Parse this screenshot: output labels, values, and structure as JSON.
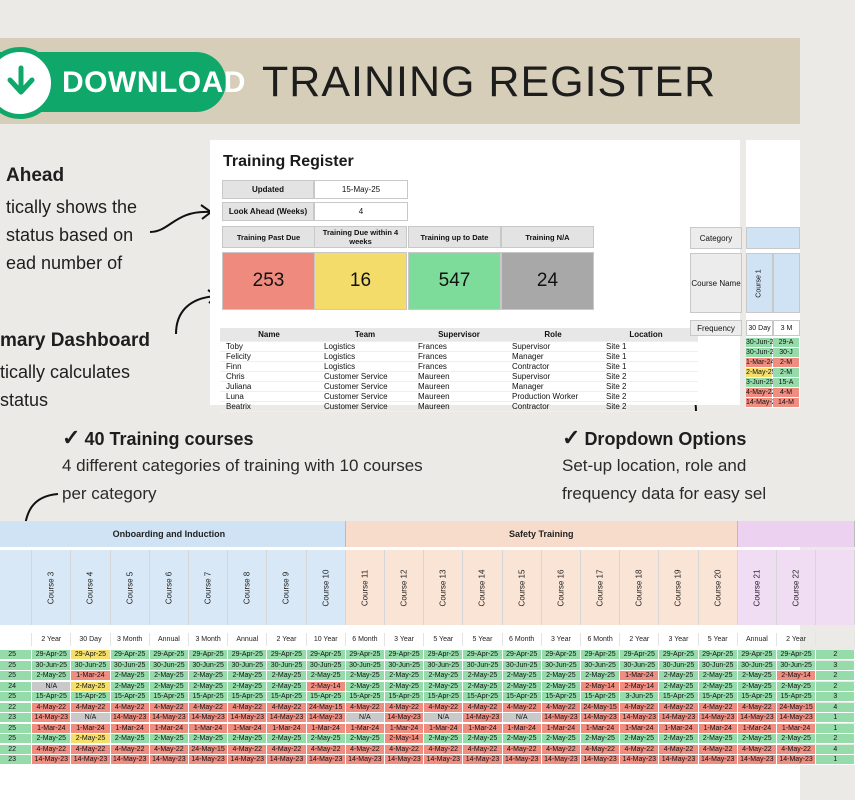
{
  "banner": {
    "download_label": "DOWNLOAD",
    "title": "TRAINING REGISTER"
  },
  "features": {
    "look_ahead": {
      "heading": "Ahead",
      "lines": [
        "tically shows the",
        "status based on",
        "ead number of"
      ]
    },
    "summary": {
      "heading": "mary Dashboard",
      "lines": [
        "tically calculates",
        "status"
      ]
    }
  },
  "sheet": {
    "title": "Training Register",
    "updated_label": "Updated",
    "updated_value": "15-May-25",
    "lookahead_label": "Look Ahead (Weeks)",
    "lookahead_value": "4",
    "kpis": [
      {
        "label": "Training Past Due",
        "value": "253",
        "color": "#ef8b7e"
      },
      {
        "label": "Training Due within 4 weeks",
        "value": "16",
        "color": "#f3dc6a"
      },
      {
        "label": "Training up to Date",
        "value": "547",
        "color": "#7ddc9a"
      },
      {
        "label": "Training N/A",
        "value": "24",
        "color": "#a8a8a8"
      }
    ],
    "columns": [
      "Name",
      "Team",
      "Supervisor",
      "Role",
      "Location"
    ],
    "rows": [
      [
        "Toby",
        "Logistics",
        "Frances",
        "Supervisor",
        "Site 1"
      ],
      [
        "Felicity",
        "Logistics",
        "Frances",
        "Manager",
        "Site 1"
      ],
      [
        "Finn",
        "Logistics",
        "Frances",
        "Contractor",
        "Site 1"
      ],
      [
        "Chris",
        "Customer Service",
        "Maureen",
        "Supervisor",
        "Site 2"
      ],
      [
        "Juliana",
        "Customer Service",
        "Maureen",
        "Manager",
        "Site 2"
      ],
      [
        "Luna",
        "Customer Service",
        "Maureen",
        "Production Worker",
        "Site 2"
      ],
      [
        "Beatrix",
        "Customer Service",
        "Maureen",
        "Contractor",
        "Site 2"
      ]
    ],
    "side": {
      "category_label": "Category",
      "course_name_label": "Course Name",
      "frequency_label": "Frequency",
      "course_1": "Course 1",
      "freq_1": "30 Day",
      "freq_2": "3 M",
      "dates": [
        [
          "30-Jun-25",
          "29-A"
        ],
        [
          "30-Jun-25",
          "30-J"
        ],
        [
          "1-Mar-24",
          "2-M"
        ],
        [
          "2-May-25",
          "2-M"
        ],
        [
          "3-Jun-25",
          "15-A"
        ],
        [
          "4-May-22",
          "4-M"
        ],
        [
          "14-May-23",
          "14-M"
        ]
      ]
    }
  },
  "callouts": {
    "courses": {
      "check": "✓",
      "heading": "40 Training courses",
      "lines": [
        "4 different categories of training with 10 courses",
        "per category"
      ]
    },
    "dropdown": {
      "check": "✓",
      "heading": "Dropdown Options",
      "lines": [
        "Set-up location, role and",
        "frequency data for easy sel"
      ]
    }
  },
  "grid": {
    "groups": [
      {
        "name": "Onboarding and Induction",
        "color": "#cfe3f4"
      },
      {
        "name": "Safety Training",
        "color": "#f8dccb"
      },
      {
        "name": "",
        "color": "#ecd2f0"
      }
    ],
    "courses": [
      "",
      "Course 3",
      "Course 4",
      "Course 5",
      "Course 6",
      "Course 7",
      "Course 8",
      "Course 9",
      "Course 10",
      "Course 11",
      "Course 12",
      "Course 13",
      "Course 14",
      "Course 15",
      "Course 16",
      "Course 17",
      "Course 18",
      "Course 19",
      "Course 20",
      "Course 21",
      "Course 22",
      ""
    ],
    "frequencies": [
      "",
      "2 Year",
      "30 Day",
      "3 Month",
      "Annual",
      "3 Month",
      "Annual",
      "2 Year",
      "10 Year",
      "6 Month",
      "3 Year",
      "5 Year",
      "5 Year",
      "6 Month",
      "3 Year",
      "6 Month",
      "2 Year",
      "3 Year",
      "5 Year",
      "Annual",
      "2 Year",
      ""
    ],
    "rows": [
      [
        "25",
        "29-Apr-25",
        "29-Apr-25",
        "29-Apr-25",
        "29-Apr-25",
        "29-Apr-25",
        "29-Apr-25",
        "29-Apr-25",
        "29-Apr-25",
        "29-Apr-25",
        "29-Apr-25",
        "29-Apr-25",
        "29-Apr-25",
        "29-Apr-25",
        "29-Apr-25",
        "29-Apr-25",
        "29-Apr-25",
        "29-Apr-25",
        "29-Apr-25",
        "29-Apr-25",
        "29-Apr-25",
        "2"
      ],
      [
        "25",
        "30-Jun-25",
        "30-Jun-25",
        "30-Jun-25",
        "30-Jun-25",
        "30-Jun-25",
        "30-Jun-25",
        "30-Jun-25",
        "30-Jun-25",
        "30-Jun-25",
        "30-Jun-25",
        "30-Jun-25",
        "30-Jun-25",
        "30-Jun-25",
        "30-Jun-25",
        "30-Jun-25",
        "30-Jun-25",
        "30-Jun-25",
        "30-Jun-25",
        "30-Jun-25",
        "30-Jun-25",
        "3"
      ],
      [
        "25",
        "2-May-25",
        "1-Mar-24",
        "2-May-25",
        "2-May-25",
        "2-May-25",
        "2-May-25",
        "2-May-25",
        "2-May-25",
        "2-May-25",
        "2-May-25",
        "2-May-25",
        "2-May-25",
        "2-May-25",
        "2-May-25",
        "2-May-25",
        "1-Mar-24",
        "2-May-25",
        "2-May-25",
        "2-May-25",
        "2-May-14",
        "2"
      ],
      [
        "24",
        "N/A",
        "2-May-25",
        "2-May-25",
        "2-May-25",
        "2-May-25",
        "2-May-25",
        "2-May-25",
        "2-May-14",
        "2-May-25",
        "2-May-25",
        "2-May-25",
        "2-May-25",
        "2-May-25",
        "2-May-25",
        "2-May-14",
        "2-May-14",
        "2-May-25",
        "2-May-25",
        "2-May-25",
        "2-May-25",
        "2"
      ],
      [
        "25",
        "15-Apr-25",
        "15-Apr-25",
        "15-Apr-25",
        "15-Apr-25",
        "15-Apr-25",
        "15-Apr-25",
        "15-Apr-25",
        "15-Apr-25",
        "15-Apr-25",
        "15-Apr-25",
        "15-Apr-25",
        "15-Apr-25",
        "15-Apr-25",
        "15-Apr-25",
        "15-Apr-25",
        "3-Jun-25",
        "15-Apr-25",
        "15-Apr-25",
        "15-Apr-25",
        "15-Apr-25",
        "3"
      ],
      [
        "22",
        "4-May-22",
        "4-May-22",
        "4-May-22",
        "4-May-22",
        "4-May-22",
        "4-May-22",
        "4-May-22",
        "24-May-15",
        "4-May-22",
        "4-May-22",
        "4-May-22",
        "4-May-22",
        "4-May-22",
        "4-May-22",
        "24-May-15",
        "4-May-22",
        "4-May-22",
        "4-May-22",
        "4-May-22",
        "24-May-15",
        "4"
      ],
      [
        "23",
        "14-May-23",
        "N/A",
        "14-May-23",
        "14-May-23",
        "14-May-23",
        "14-May-23",
        "14-May-23",
        "14-May-23",
        "N/A",
        "14-May-23",
        "N/A",
        "14-May-23",
        "N/A",
        "14-May-23",
        "14-May-23",
        "14-May-23",
        "14-May-23",
        "14-May-23",
        "14-May-23",
        "14-May-23",
        "1"
      ],
      [
        "25",
        "1-Mar-24",
        "1-Mar-24",
        "1-Mar-24",
        "1-Mar-24",
        "1-Mar-24",
        "1-Mar-24",
        "1-Mar-24",
        "1-Mar-24",
        "1-Mar-24",
        "1-Mar-24",
        "1-Mar-24",
        "1-Mar-24",
        "1-Mar-24",
        "1-Mar-24",
        "1-Mar-24",
        "1-Mar-24",
        "1-Mar-24",
        "1-Mar-24",
        "1-Mar-24",
        "1-Mar-24",
        "1"
      ],
      [
        "25",
        "2-May-25",
        "2-May-25",
        "2-May-25",
        "2-May-25",
        "2-May-25",
        "2-May-25",
        "2-May-25",
        "2-May-25",
        "2-May-25",
        "2-May-14",
        "2-May-25",
        "2-May-25",
        "2-May-25",
        "2-May-25",
        "2-May-25",
        "2-May-25",
        "2-May-25",
        "2-May-25",
        "2-May-25",
        "2-May-25",
        "2"
      ],
      [
        "22",
        "4-May-22",
        "4-May-22",
        "4-May-22",
        "4-May-22",
        "24-May-15",
        "4-May-22",
        "4-May-22",
        "4-May-22",
        "4-May-22",
        "4-May-22",
        "4-May-22",
        "4-May-22",
        "4-May-22",
        "4-May-22",
        "4-May-22",
        "4-May-22",
        "4-May-22",
        "4-May-22",
        "4-May-22",
        "4-May-22",
        "4"
      ],
      [
        "23",
        "14-May-23",
        "14-May-23",
        "14-May-23",
        "14-May-23",
        "14-May-23",
        "14-May-23",
        "14-May-23",
        "14-May-23",
        "14-May-23",
        "14-May-23",
        "14-May-23",
        "14-May-23",
        "14-May-23",
        "14-May-23",
        "14-May-23",
        "14-May-23",
        "14-May-23",
        "14-May-23",
        "14-May-23",
        "14-May-23",
        "1"
      ]
    ],
    "status_colors": {
      "ok": "#95dcaa",
      "due": "#f4de6c",
      "past": "#ee8d80",
      "na": "#c9c9c9"
    }
  }
}
